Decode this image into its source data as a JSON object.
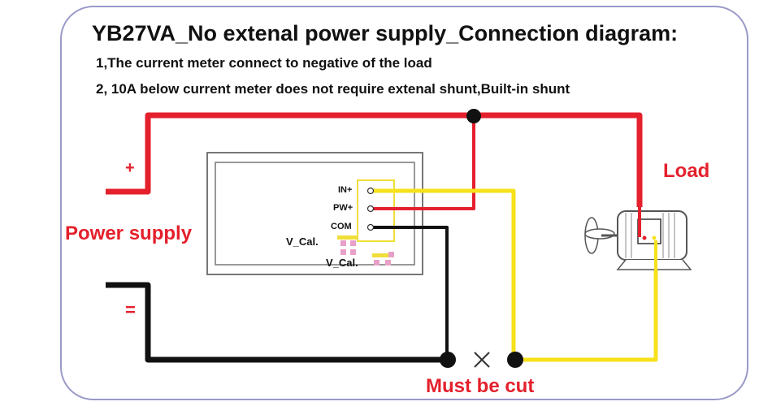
{
  "title": "YB27VA_No extenal power supply_Connection diagram:",
  "notes": [
    "1,The current meter connect to negative of the load",
    "2, 10A below current meter does not require extenal shunt,Built-in shunt"
  ],
  "labels": {
    "plus": "+",
    "minus": "=",
    "power_supply": "Power supply",
    "load": "Load",
    "must_cut": "Must be cut"
  },
  "meter": {
    "terminals": [
      "IN+",
      "PW+",
      "COM"
    ],
    "cal_labels": [
      "V_Cal.",
      "V_Cal."
    ]
  },
  "colors": {
    "positive_wire": "#e4202c",
    "negative_wire": "#111111",
    "signal_wire": "#f7e11b",
    "label_red": "#e4202c",
    "frame": "#9a9ac8"
  }
}
